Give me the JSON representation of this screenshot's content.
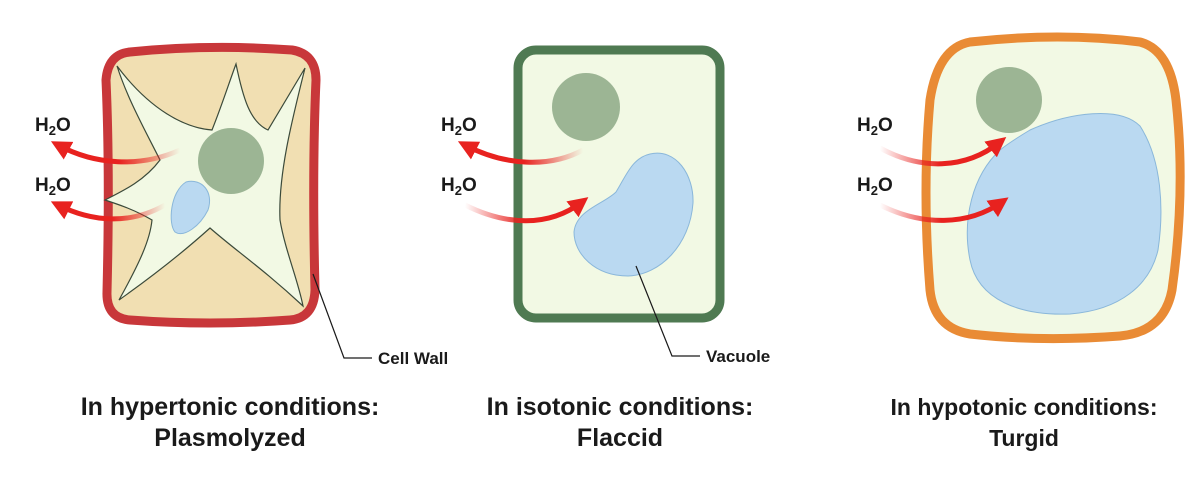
{
  "water_label": "H",
  "water_subscript": "2",
  "water_suffix": "O",
  "callouts": {
    "cell_wall": "Cell Wall",
    "vacuole": "Vacuole"
  },
  "panels": [
    {
      "condition": "In hypertonic conditions:",
      "state": "Plasmolyzed"
    },
    {
      "condition": "In isotonic conditions:",
      "state": "Flaccid"
    },
    {
      "condition": "In hypotonic conditions:",
      "state": "Turgid"
    }
  ],
  "colors": {
    "plasmolyzed_wall": "#c8373a",
    "plasmolyzed_fill": "#f1dfb2",
    "flaccid_wall": "#4f7a52",
    "turgid_wall": "#e98b35",
    "cytoplasm": "#f2f9e4",
    "nucleus": "#9cb594",
    "vacuole": "#bad9f1",
    "arrow": "#e8221f"
  }
}
